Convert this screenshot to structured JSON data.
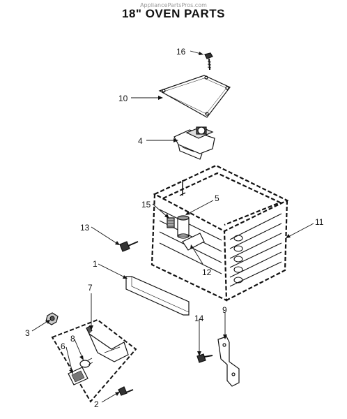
{
  "watermark": "AppliancePartsPros.com",
  "title": "18\" OVEN PARTS",
  "callouts": [
    {
      "id": "c16",
      "label": "16"
    },
    {
      "id": "c10",
      "label": "10"
    },
    {
      "id": "c4",
      "label": "4"
    },
    {
      "id": "c5",
      "label": "5"
    },
    {
      "id": "c15",
      "label": "15"
    },
    {
      "id": "c11",
      "label": "11"
    },
    {
      "id": "c13",
      "label": "13"
    },
    {
      "id": "c12",
      "label": "12"
    },
    {
      "id": "c1",
      "label": "1"
    },
    {
      "id": "c7",
      "label": "7"
    },
    {
      "id": "c3",
      "label": "3"
    },
    {
      "id": "c8",
      "label": "8"
    },
    {
      "id": "c6",
      "label": "6"
    },
    {
      "id": "c9",
      "label": "9"
    },
    {
      "id": "c14",
      "label": "14"
    },
    {
      "id": "c2",
      "label": "2"
    }
  ]
}
